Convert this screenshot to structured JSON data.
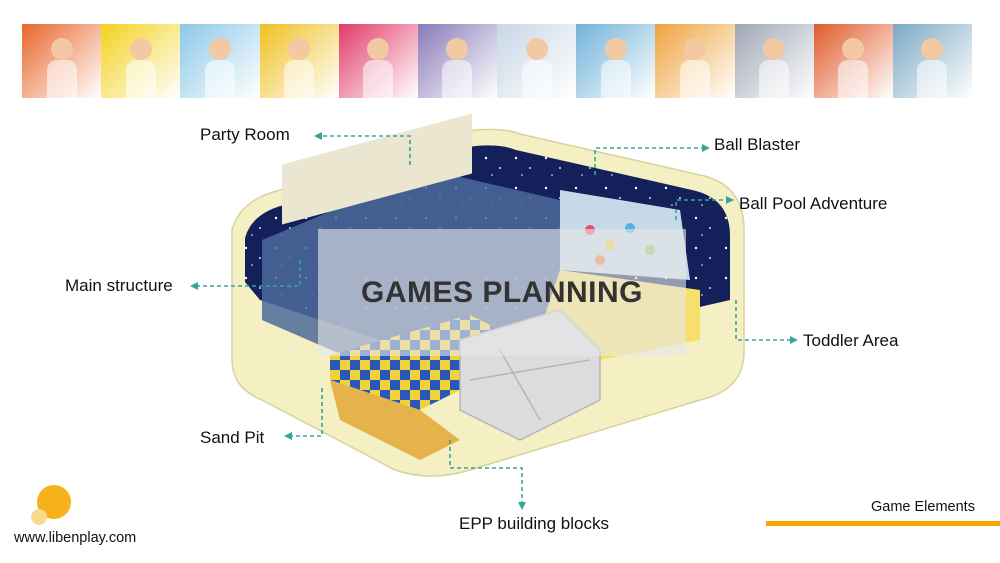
{
  "photos": [
    {
      "name": "photo-ball-slide",
      "bg": "#e8672b"
    },
    {
      "name": "photo-toddler-slide",
      "bg": "#f3d21e"
    },
    {
      "name": "photo-kids-group",
      "bg": "#8cc8e8"
    },
    {
      "name": "photo-tunnel-kids",
      "bg": "#f0c020"
    },
    {
      "name": "photo-girl-ball-pit",
      "bg": "#e23b6a"
    },
    {
      "name": "photo-kid-ball-pool",
      "bg": "#8a7ab8"
    },
    {
      "name": "photo-boy-balls",
      "bg": "#c8d7e6"
    },
    {
      "name": "photo-net-bridge",
      "bg": "#6fb2d9"
    },
    {
      "name": "photo-girl-lights",
      "bg": "#f0a23c"
    },
    {
      "name": "photo-boy-crawl",
      "bg": "#9fa6b4"
    },
    {
      "name": "photo-girl-web",
      "bg": "#e05a2a"
    },
    {
      "name": "photo-spiral-tunnel",
      "bg": "#7aa8c4"
    }
  ],
  "title": "GAMES PLANNING",
  "labels": {
    "party_room": "Party Room",
    "ball_blaster": "Ball Blaster",
    "ball_pool_adventure": "Ball Pool Adventure",
    "main_structure": "Main structure",
    "toddler_area": "Toddler Area",
    "sand_pit": "Sand Pit",
    "epp_building_blocks": "EPP building blocks"
  },
  "footer": {
    "url": "www.libenplay.com",
    "section": "Game Elements"
  },
  "colors": {
    "accent": "#f2a900",
    "arrow": "#3aa39a",
    "wall": "#f4f0c4",
    "floor_dark": "#1f2c6e"
  }
}
